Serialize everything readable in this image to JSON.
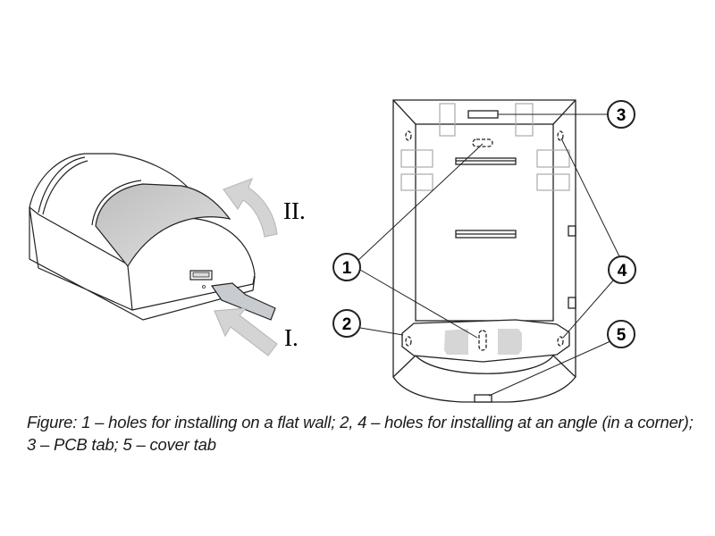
{
  "figure": {
    "step_labels": {
      "first": "I.",
      "second": "II."
    },
    "callouts": [
      "1",
      "2",
      "3",
      "4",
      "5"
    ],
    "caption": "Figure: 1 – holes for installing on a flat wall; 2, 4 – holes for installing at an angle (in a corner); 3 – PCB tab; 5 – cover tab"
  }
}
